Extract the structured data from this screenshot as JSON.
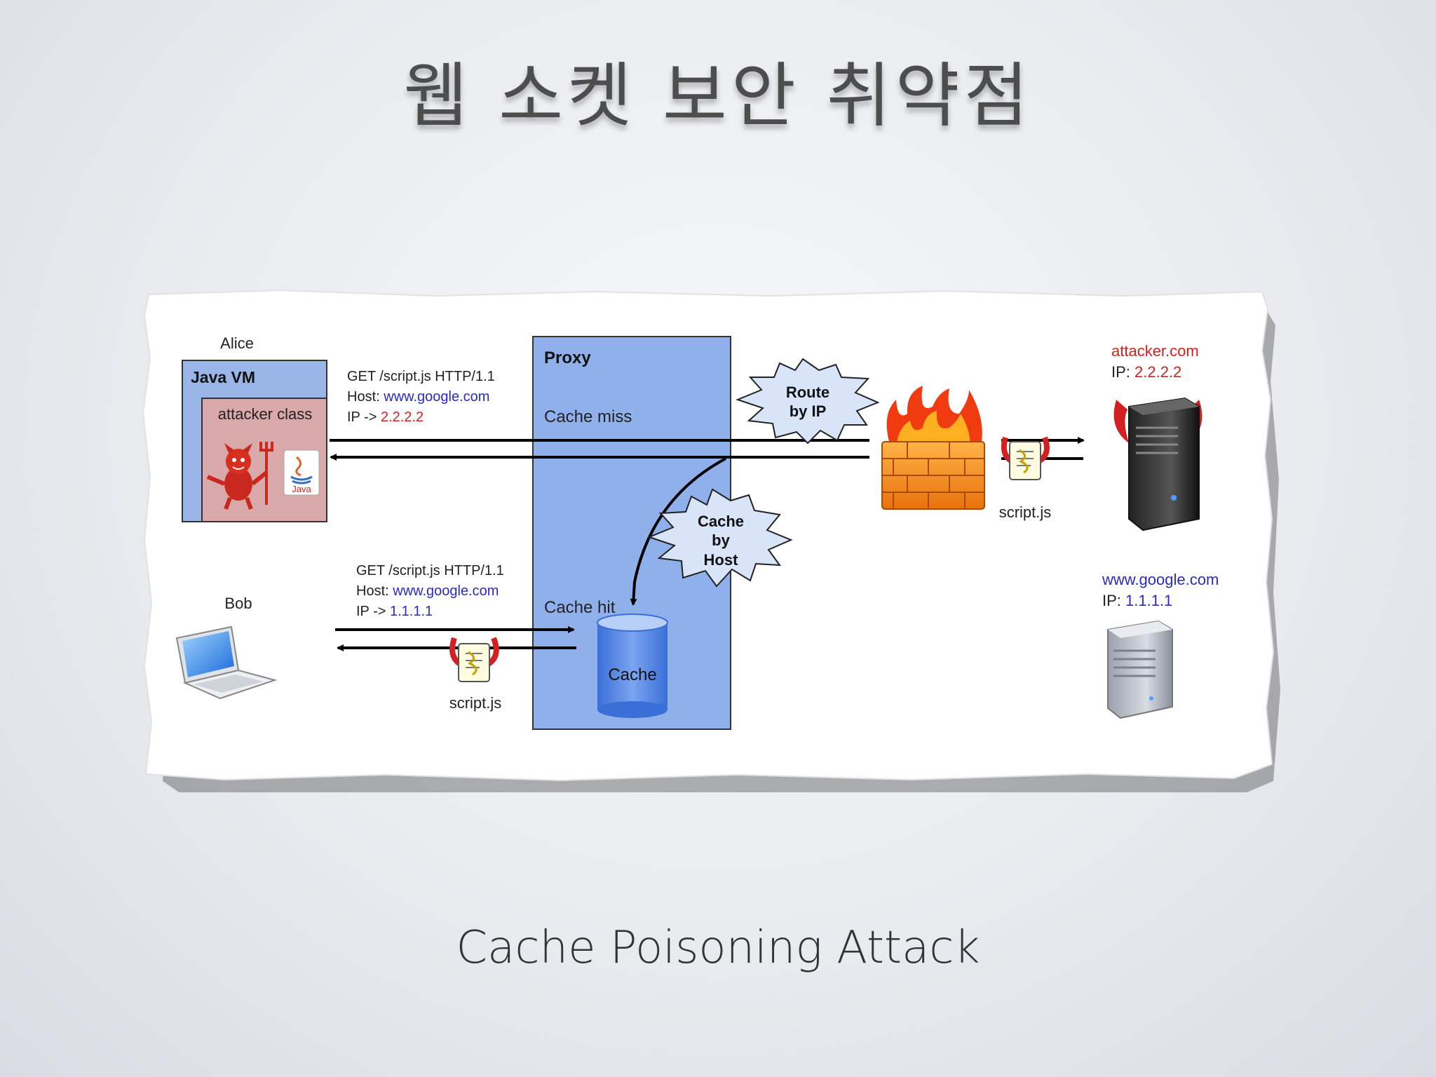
{
  "slide": {
    "title": "웹 소켓 보안 취약점",
    "caption": "Cache Poisoning Attack"
  },
  "diagram": {
    "alice": {
      "label": "Alice",
      "vm_label": "Java VM",
      "class_label": "attacker class",
      "java_label": "Java",
      "request_line": "GET /script.js HTTP/1.1",
      "host_prefix": "Host: ",
      "host_value": "www.google.com",
      "ip_prefix": "IP -> ",
      "ip_value": "2.2.2.2"
    },
    "bob": {
      "label": "Bob",
      "request_line": "GET /script.js HTTP/1.1",
      "host_prefix": "Host: ",
      "host_value": "www.google.com",
      "ip_prefix": "IP -> ",
      "ip_value": "1.1.1.1",
      "script_label": "script.js"
    },
    "proxy": {
      "label": "Proxy",
      "cache_miss": "Cache miss",
      "cache_hit": "Cache hit",
      "cache_label": "Cache"
    },
    "route_burst": [
      "Route",
      "by IP"
    ],
    "cache_burst": [
      "Cache",
      "by",
      "Host"
    ],
    "attacker_server": {
      "name": "attacker.com",
      "ip_prefix": "IP: ",
      "ip_value": "2.2.2.2",
      "script_label": "script.js"
    },
    "google_server": {
      "name": "www.google.com",
      "ip_prefix": "IP: ",
      "ip_value": "1.1.1.1"
    },
    "colors": {
      "link_blue": "#2a2ac8",
      "attacker_red": "#d42020",
      "proxy_fill": "#8fb0ea",
      "vm_fill": "#9ab5e8",
      "class_fill": "#d9a8a8",
      "burst_fill": "#d8e4f8"
    },
    "icons": [
      "devil-icon",
      "java-logo-icon",
      "laptop-icon",
      "firewall-icon",
      "scroll-script-icon",
      "server-icon"
    ]
  }
}
